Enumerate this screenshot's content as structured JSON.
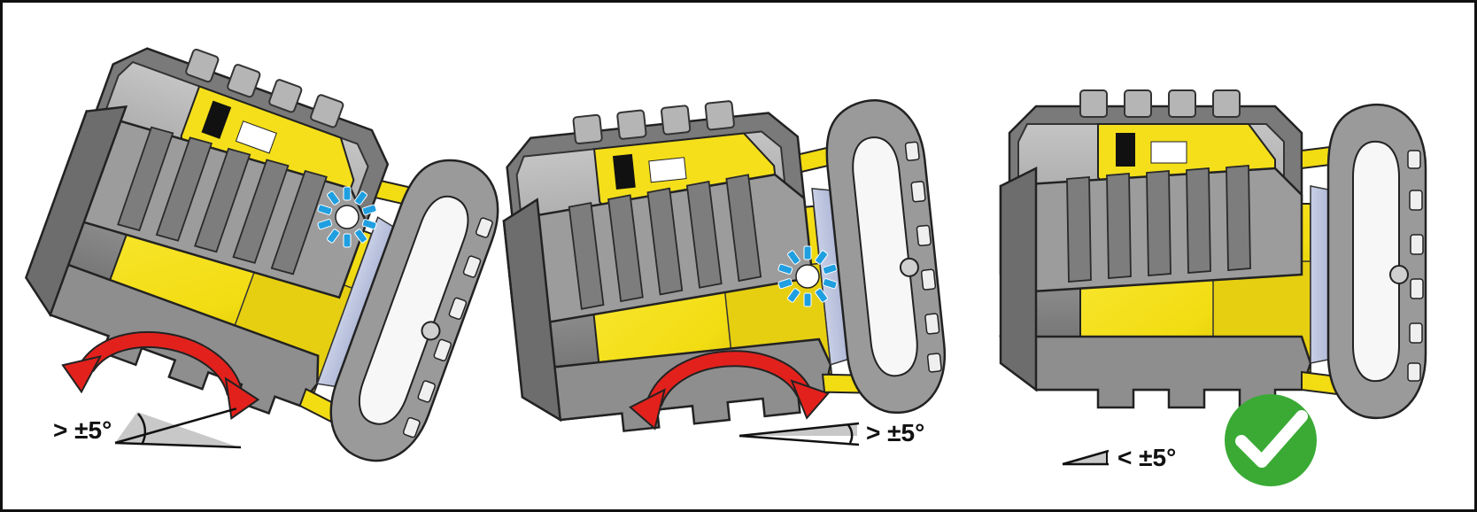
{
  "panels": [
    {
      "id": "tilted-large",
      "angle_label": "> ±5°",
      "status": "leveling-fail"
    },
    {
      "id": "tilted-slight",
      "angle_label": "> ±5°",
      "status": "leveling-fail"
    },
    {
      "id": "level",
      "angle_label": "< ±5°",
      "status": "ok"
    }
  ],
  "colors": {
    "housing_gray": "#9a9a9a",
    "housing_dark": "#5e5e5e",
    "body_yellow": "#f2dc12",
    "yellow_shadow": "#c9b40a",
    "arrow_red": "#e3211c",
    "indicator_blue": "#1f9fe0",
    "check_green": "#3aaa35",
    "angle_gray": "#c8c8c8"
  },
  "icons": [
    "rotation-arrow-icon",
    "blinking-led-icon",
    "checkmark-icon",
    "angle-wedge-icon"
  ]
}
